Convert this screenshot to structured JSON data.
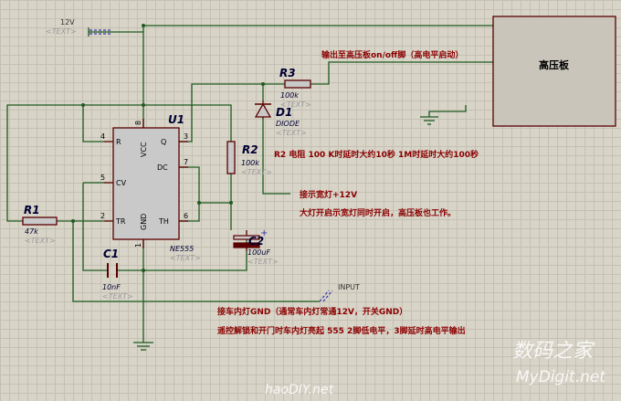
{
  "power": {
    "label": "12V",
    "tag": "<TEXT>"
  },
  "hv_board": {
    "label": "高压板"
  },
  "components": {
    "u1": {
      "ref": "U1",
      "model": "NE555",
      "tag": "<TEXT>",
      "pins": {
        "reset": "R",
        "vcc": "VCC",
        "q": "Q",
        "dc": "DC",
        "cv": "CV",
        "tr": "TR",
        "gnd": "GND",
        "th": "TH"
      },
      "pin_numbers": {
        "p1": "1",
        "p2": "2",
        "p3": "3",
        "p4": "4",
        "p5": "5",
        "p6": "6",
        "p7": "7",
        "p8": "8"
      }
    },
    "r1": {
      "ref": "R1",
      "value": "47k",
      "tag": "<TEXT>"
    },
    "r2": {
      "ref": "R2",
      "value": "100k",
      "tag": "<TEXT>"
    },
    "r3": {
      "ref": "R3",
      "value": "100k",
      "tag": "<TEXT>"
    },
    "c1": {
      "ref": "C1",
      "value": "10nF",
      "tag": "<TEXT>"
    },
    "c2": {
      "ref": "C2",
      "value": "100uF",
      "tag": "<TEXT>"
    },
    "d1": {
      "ref": "D1",
      "value": "DIODE",
      "tag": "<TEXT>"
    }
  },
  "input": {
    "label": "INPUT"
  },
  "notes": {
    "output": "输出至高压板on/off脚（高电平启动）",
    "r2_delay": "R2 电阻 100 K时延时大约10秒 1M时延时大约100秒",
    "indicator": "接示宽灯+12V",
    "indicator_desc": "大灯开启示宽灯同时开启，高压板也工作。",
    "dome_light": "接车内灯GND（通常车内灯常通12V，开关GND）",
    "remote": "遥控解锁和开门时车内灯亮起 555  2脚低电平，3脚延时高电平输出"
  },
  "watermarks": {
    "site_cn": "数码之家",
    "site_en": "MyDigit.net",
    "hao": "haoDIY.net"
  },
  "colors": {
    "wire": "#1f5a1f",
    "body": "#c9c9c9",
    "component": "#5a0000",
    "note": "#8b0000",
    "board_fill": "#c9c5bb"
  }
}
